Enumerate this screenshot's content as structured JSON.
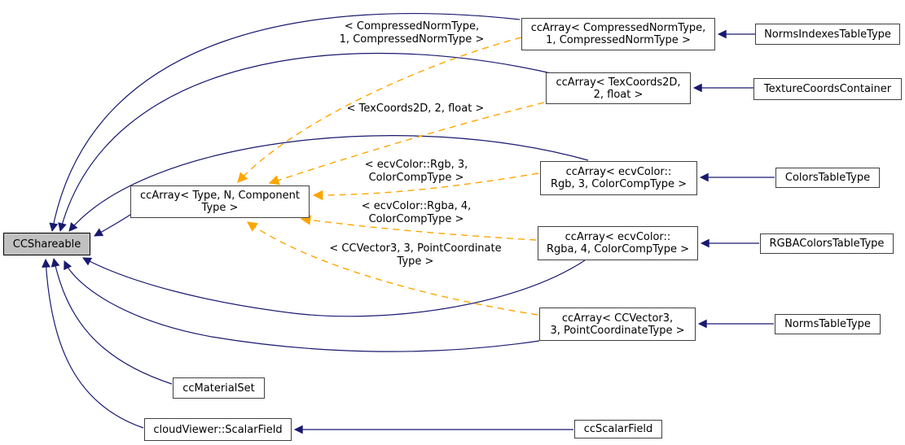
{
  "colors": {
    "edge_blue": "#191970",
    "edge_orange": "#ffa500",
    "node_border": "#404040",
    "node_fill": "#ffffff",
    "highlight_fill": "#c0c0c0",
    "text": "#000000",
    "background": "#ffffff"
  },
  "nodes": {
    "ccshareable": {
      "label": "CCShareable",
      "highlighted": true
    },
    "cc_array_template": {
      "label": "ccArray< Type, N, Component\nType >"
    },
    "cc_array_compressed_norm": {
      "label": "ccArray< CompressedNormType,\n1, CompressedNormType >"
    },
    "cc_array_tex_coords": {
      "label": "ccArray< TexCoords2D,\n2, float >"
    },
    "cc_array_rgb": {
      "label": "ccArray< ecvColor::\nRgb, 3, ColorCompType >"
    },
    "cc_array_rgba": {
      "label": "ccArray< ecvColor::\nRgba, 4, ColorCompType >"
    },
    "cc_array_ccvector3": {
      "label": "ccArray< CCVector3,\n3, PointCoordinateType >"
    },
    "norms_indexes_table_type": {
      "label": "NormsIndexesTableType"
    },
    "texture_coords_container": {
      "label": "TextureCoordsContainer"
    },
    "colors_table_type": {
      "label": "ColorsTableType"
    },
    "rgba_colors_table_type": {
      "label": "RGBAColorsTableType"
    },
    "norms_table_type": {
      "label": "NormsTableType"
    },
    "cc_material_set": {
      "label": "ccMaterialSet"
    },
    "cloud_viewer_scalar_field": {
      "label": "cloudViewer::ScalarField"
    },
    "cc_scalar_field": {
      "label": "ccScalarField"
    }
  },
  "edge_labels": {
    "compressed_norm": "< CompressedNormType,\n1, CompressedNormType >",
    "tex_coords": "< TexCoords2D, 2, float >",
    "rgb": "< ecvColor::Rgb, 3,\nColorCompType >",
    "rgba": "< ecvColor::Rgba, 4,\nColorCompType >",
    "ccvector3": "< CCVector3, 3, PointCoordinate\nType >"
  }
}
